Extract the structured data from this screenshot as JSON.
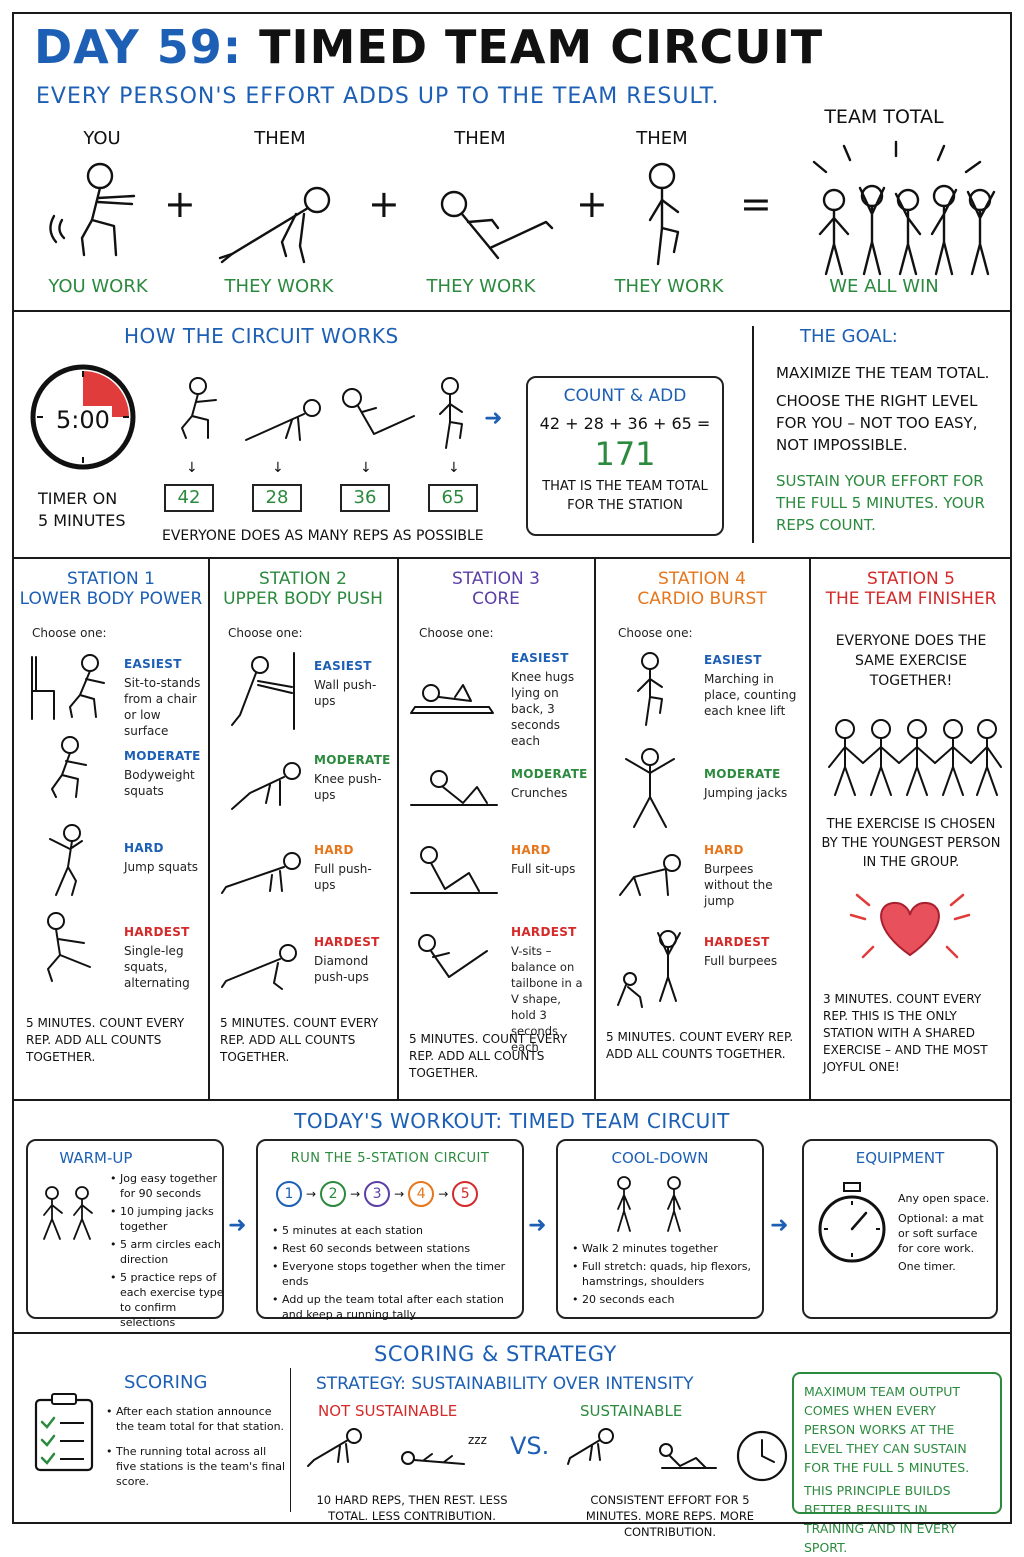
{
  "header": {
    "day": "DAY 59:",
    "title": "TIMED TEAM CIRCUIT",
    "subtitle": "EVERY PERSON'S EFFORT ADDS UP TO THE TEAM RESULT.",
    "people": [
      {
        "label": "YOU",
        "caption": "YOU WORK"
      },
      {
        "label": "THEM",
        "caption": "THEY WORK"
      },
      {
        "label": "THEM",
        "caption": "THEY WORK"
      },
      {
        "label": "THEM",
        "caption": "THEY WORK"
      }
    ],
    "team_label": "TEAM TOTAL",
    "team_caption": "WE ALL WIN",
    "plus": "+",
    "equals": "="
  },
  "how": {
    "title": "HOW THE CIRCUIT WORKS",
    "timer": "5:00",
    "timer_caption": "TIMER ON 5 MINUTES",
    "reps": [
      "42",
      "28",
      "36",
      "65"
    ],
    "reps_caption": "EVERYONE DOES AS MANY REPS AS POSSIBLE",
    "count_title": "COUNT & ADD",
    "equation": "42 + 28 + 36 + 65 =",
    "total": "171",
    "count_caption": "THAT IS THE TEAM TOTAL FOR THE STATION"
  },
  "goal": {
    "title": "THE GOAL:",
    "line1": "MAXIMIZE THE TEAM TOTAL.",
    "line2": "CHOOSE THE RIGHT LEVEL FOR YOU – NOT TOO EASY, NOT IMPOSSIBLE.",
    "line3": "SUSTAIN YOUR EFFORT FOR THE FULL 5 MINUTES. YOUR REPS COUNT."
  },
  "stations": [
    {
      "title": "STATION 1",
      "subtitle": "LOWER BODY POWER",
      "color": "#1c5fb4",
      "choose": "Choose one:",
      "levels": [
        {
          "level": "EASIEST",
          "color": "#1c5fb4",
          "text": "Sit-to-stands from a chair or low surface"
        },
        {
          "level": "MODERATE",
          "color": "#1c5fb4",
          "text": "Bodyweight squats"
        },
        {
          "level": "HARD",
          "color": "#1c5fb4",
          "text": "Jump squats"
        },
        {
          "level": "HARDEST",
          "color": "#d42a2a",
          "text": "Single-leg squats, alternating"
        }
      ],
      "footer": "5 MINUTES. COUNT EVERY REP. ADD ALL COUNTS TOGETHER."
    },
    {
      "title": "STATION 2",
      "subtitle": "UPPER BODY PUSH",
      "color": "#2b8a3e",
      "choose": "Choose one:",
      "levels": [
        {
          "level": "EASIEST",
          "color": "#1c5fb4",
          "text": "Wall push-ups"
        },
        {
          "level": "MODERATE",
          "color": "#2b8a3e",
          "text": "Knee push-ups"
        },
        {
          "level": "HARD",
          "color": "#e6761c",
          "text": "Full push-ups"
        },
        {
          "level": "HARDEST",
          "color": "#d42a2a",
          "text": "Diamond push-ups"
        }
      ],
      "footer": "5 MINUTES. COUNT EVERY REP. ADD ALL COUNTS TOGETHER."
    },
    {
      "title": "STATION 3",
      "subtitle": "CORE",
      "color": "#5b3ea6",
      "choose": "Choose one:",
      "levels": [
        {
          "level": "EASIEST",
          "color": "#1c5fb4",
          "text": "Knee hugs lying on back, 3 seconds each"
        },
        {
          "level": "MODERATE",
          "color": "#2b8a3e",
          "text": "Crunches"
        },
        {
          "level": "HARD",
          "color": "#e6761c",
          "text": "Full sit-ups"
        },
        {
          "level": "HARDEST",
          "color": "#d42a2a",
          "text": "V-sits – balance on tailbone in a V shape, hold 3 seconds each"
        }
      ],
      "footer": "5 MINUTES. COUNT EVERY REP. ADD ALL COUNTS TOGETHER."
    },
    {
      "title": "STATION 4",
      "subtitle": "CARDIO BURST",
      "color": "#e6761c",
      "choose": "Choose one:",
      "levels": [
        {
          "level": "EASIEST",
          "color": "#1c5fb4",
          "text": "Marching in place, counting each knee lift"
        },
        {
          "level": "MODERATE",
          "color": "#2b8a3e",
          "text": "Jumping jacks"
        },
        {
          "level": "HARD",
          "color": "#e6761c",
          "text": "Burpees without the jump"
        },
        {
          "level": "HARDEST",
          "color": "#d42a2a",
          "text": "Full burpees"
        }
      ],
      "footer": "5 MINUTES. COUNT EVERY REP. ADD ALL COUNTS TOGETHER."
    }
  ],
  "station5": {
    "title": "STATION 5",
    "subtitle": "THE TEAM FINISHER",
    "text1": "EVERYONE DOES THE SAME EXERCISE TOGETHER!",
    "text2": "THE EXERCISE IS CHOSEN BY THE YOUNGEST PERSON IN THE GROUP.",
    "footer": "3 MINUTES. COUNT EVERY REP. THIS IS THE ONLY STATION WITH A SHARED EXERCISE – AND THE MOST JOYFUL ONE!"
  },
  "workout": {
    "title": "TODAY'S WORKOUT: TIMED TEAM CIRCUIT",
    "warmup": {
      "title": "WARM-UP",
      "items": [
        "Jog easy together for 90 seconds",
        "10 jumping jacks together",
        "5 arm circles each direction",
        "5 practice reps of each exercise type to confirm selections"
      ]
    },
    "circuit": {
      "title": "RUN THE 5-STATION CIRCUIT",
      "steps": [
        "1",
        "2",
        "3",
        "4",
        "5"
      ],
      "items": [
        "5 minutes at each station",
        "Rest 60 seconds between stations",
        "Everyone stops together when the timer ends",
        "Add up the team total after each station and keep a running tally"
      ]
    },
    "cooldown": {
      "title": "COOL-DOWN",
      "items": [
        "Walk 2 minutes together",
        "Full stretch: quads, hip flexors, hamstrings, shoulders",
        "20 seconds each"
      ]
    },
    "equipment": {
      "title": "EQUIPMENT",
      "lines": [
        "Any open space.",
        "Optional: a mat or soft surface for core work.",
        "One timer."
      ]
    }
  },
  "scoring": {
    "title": "SCORING & STRATEGY",
    "scoring_title": "SCORING",
    "scoring_items": [
      "After each station announce the team total for that station.",
      "The running total across all five stations is the team's final score."
    ],
    "strategy_title": "STRATEGY: SUSTAINABILITY OVER INTENSITY",
    "not_label": "NOT SUSTAINABLE",
    "yes_label": "SUSTAINABLE",
    "vs": "VS.",
    "zzz": "zzz",
    "not_caption": "10 HARD REPS, THEN REST. LESS TOTAL. LESS CONTRIBUTION.",
    "yes_caption": "CONSISTENT EFFORT FOR 5 MINUTES. MORE REPS. MORE CONTRIBUTION.",
    "note1": "MAXIMUM TEAM OUTPUT COMES WHEN EVERY PERSON WORKS AT THE LEVEL THEY CAN SUSTAIN FOR THE FULL 5 MINUTES.",
    "note2": "THIS PRINCIPLE BUILDS BETTER RESULTS IN TRAINING AND IN EVERY SPORT."
  }
}
